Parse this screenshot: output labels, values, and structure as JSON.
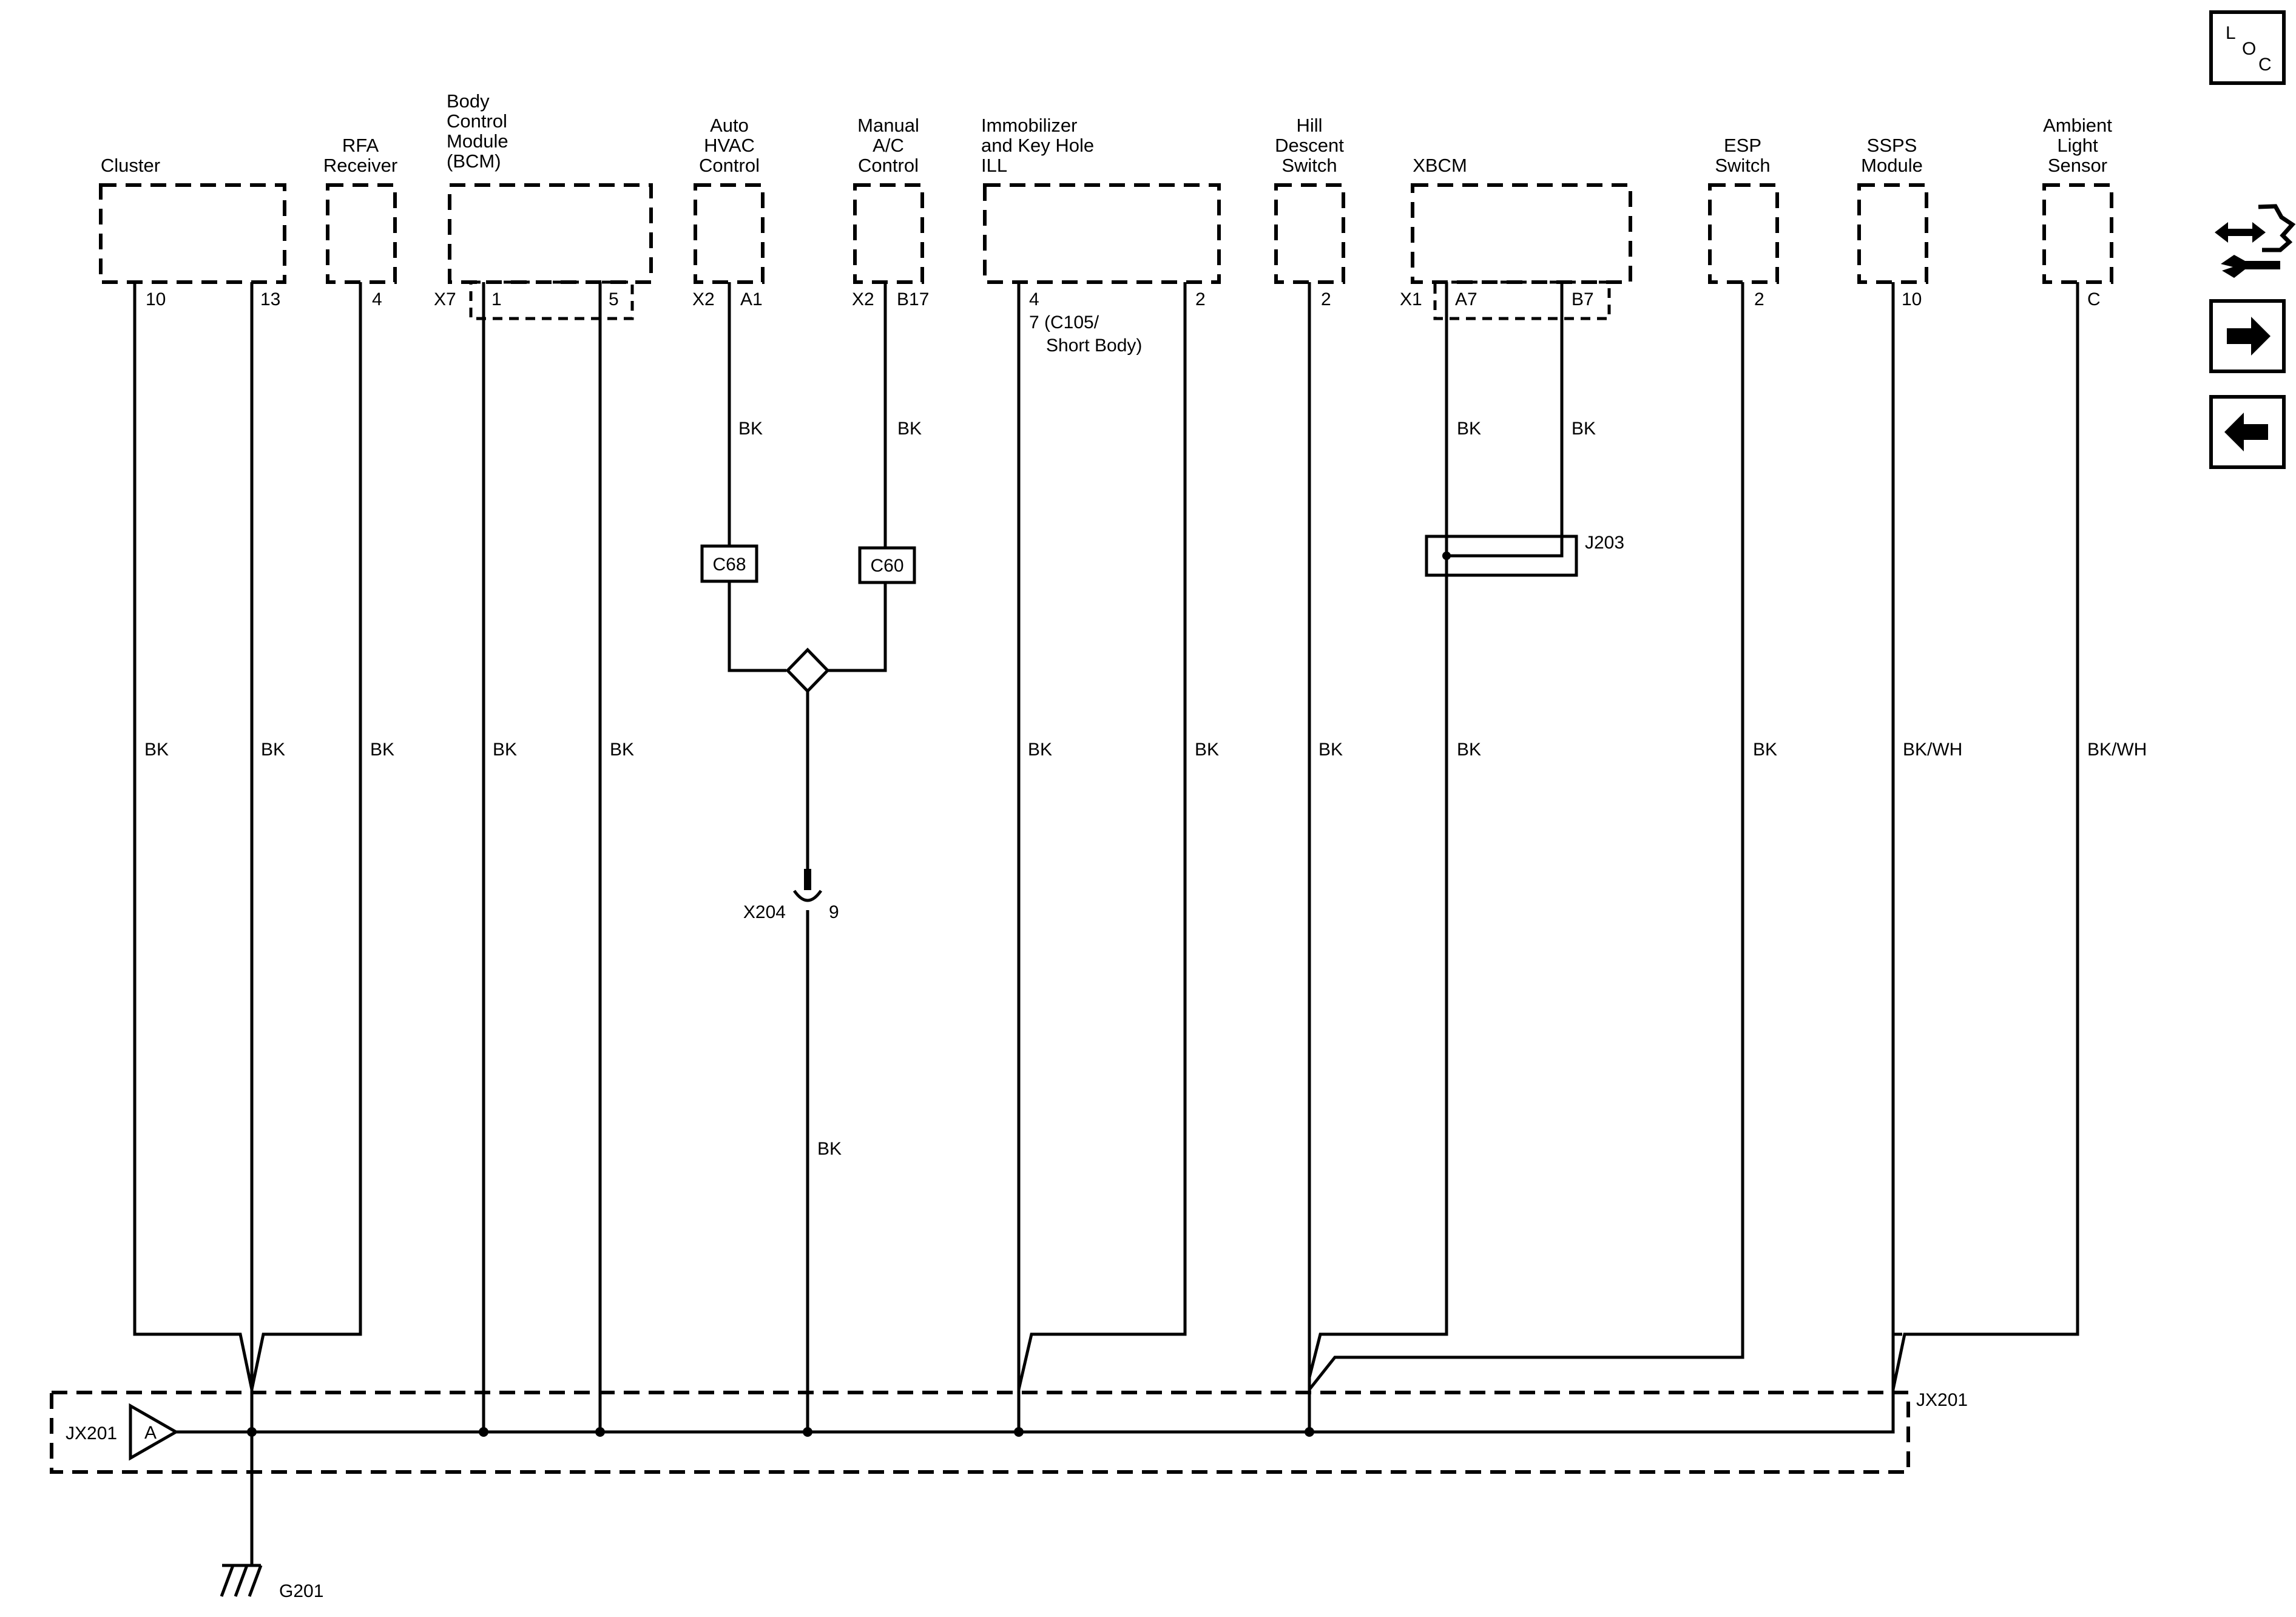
{
  "components": {
    "cluster": [
      "Cluster"
    ],
    "rfa": [
      "RFA",
      "Receiver"
    ],
    "bcm": [
      "Body",
      "Control",
      "Module",
      "(BCM)"
    ],
    "auto_hvac": [
      "Auto",
      "HVAC",
      "Control"
    ],
    "manual_ac": [
      "Manual",
      "A/C",
      "Control"
    ],
    "immobilizer": [
      "Immobilizer",
      "and Key Hole",
      "ILL"
    ],
    "hill_descent": [
      "Hill",
      "Descent",
      "Switch"
    ],
    "xbcm": [
      "XBCM"
    ],
    "esp": [
      "ESP",
      "Switch"
    ],
    "ssps": [
      "SSPS",
      "Module"
    ],
    "ambient": [
      "Ambient",
      "Light",
      "Sensor"
    ]
  },
  "pins": {
    "cluster_10": "10",
    "cluster_13": "13",
    "rfa_4": "4",
    "bcm_conn": "X7",
    "bcm_1": "1",
    "bcm_5": "5",
    "hvac_conn": "X2",
    "hvac_a1": "A1",
    "ac_conn": "X2",
    "ac_b17": "B17",
    "immo_4": "4",
    "immo_alt_1": "7 (C105/",
    "immo_alt_2": "Short Body)",
    "immo_2": "2",
    "hill_2": "2",
    "xbcm_conn": "X1",
    "xbcm_a7": "A7",
    "xbcm_b7": "B7",
    "esp_2": "2",
    "ssps_10": "10",
    "ambient_c": "C"
  },
  "wire_colors": {
    "bk": "BK",
    "bkwh": "BK/WH"
  },
  "connectors": {
    "c68": "C68",
    "c60": "C60",
    "j203": "J203",
    "x204": "X204",
    "x204_pin": "9"
  },
  "splice": {
    "name": "JX201",
    "name_right": "JX201",
    "ref": "A"
  },
  "ground": "G201",
  "nav": {
    "loc_l": "L",
    "loc_o": "O",
    "loc_c": "C"
  }
}
